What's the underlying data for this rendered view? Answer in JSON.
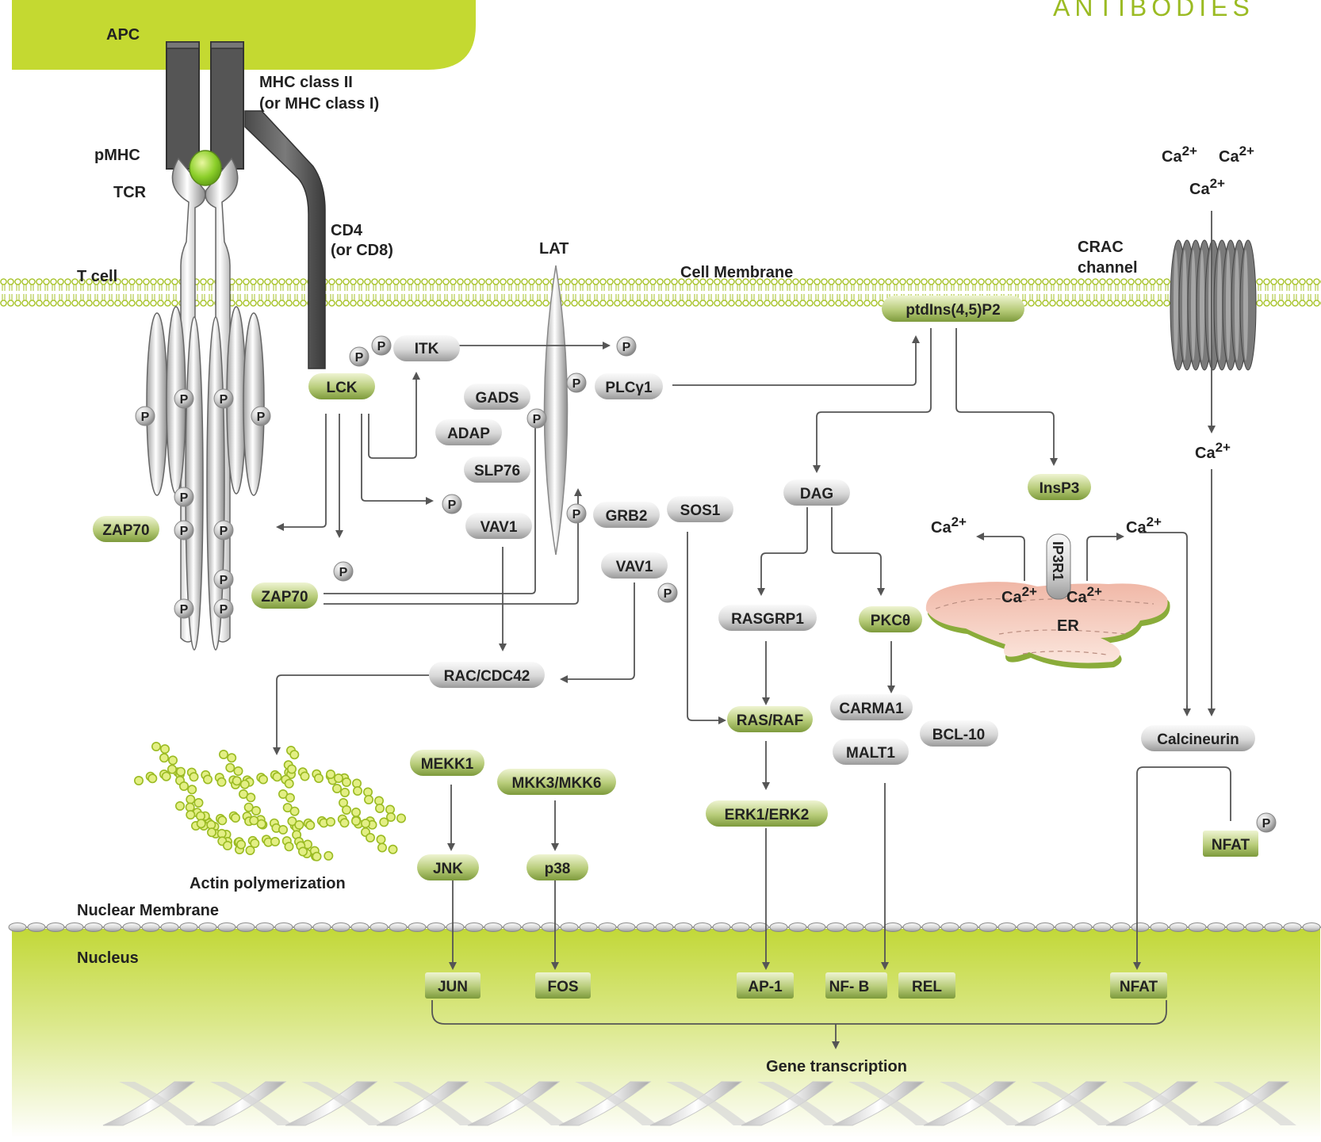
{
  "brand": "ANTIBODIES",
  "regions": {
    "apc": "APC",
    "t_cell": "T cell",
    "cell_membrane": "Cell Membrane",
    "nuclear_membrane": "Nuclear Membrane",
    "nucleus": "Nucleus",
    "er": "ER"
  },
  "labels": {
    "mhc_line1": "MHC class  II",
    "mhc_line2": "(or MHC class I)",
    "pmhc": "pMHC",
    "tcr": "TCR",
    "cd4_line1": "CD4",
    "cd4_line2": "(or CD8)",
    "lat": "LAT",
    "crac_line1": "CRAC",
    "crac_line2": "channel",
    "actin": "Actin polymerization",
    "gene": "Gene transcription"
  },
  "calcium": {
    "base": "Ca",
    "charge": "2+"
  },
  "phospho": "P",
  "nodes": {
    "lck": "LCK",
    "itk": "ITK",
    "zap70_a": "ZAP70",
    "zap70_b": "ZAP70",
    "gads": "GADS",
    "adap": "ADAP",
    "slp76": "SLP76",
    "vav1_a": "VAV1",
    "vav1_b": "VAV1",
    "plcg1": "PLCγ1",
    "grb2": "GRB2",
    "sos1": "SOS1",
    "ptdins": "ptdIns(4,5)P2",
    "dag": "DAG",
    "insp3": "InsP3",
    "ip3r1": "IP3R1",
    "rasgrp1": "RASGRP1",
    "pkc": "PKCθ",
    "rac": "RAC/CDC42",
    "rasraf": "RAS/RAF",
    "carma1": "CARMA1",
    "bcl10": "BCL-10",
    "malt1": "MALT1",
    "calcineurin": "Calcineurin",
    "mekk1": "MEKK1",
    "mkk": "MKK3/MKK6",
    "erk": "ERK1/ERK2",
    "jnk": "JNK",
    "p38": "p38",
    "nfat_cyto": "NFAT"
  },
  "nuclear_factors": {
    "jun": "JUN",
    "fos": "FOS",
    "ap1": "AP-1",
    "nfkb": "NF- B",
    "rel": "REL",
    "nfat": "NFAT"
  },
  "colors": {
    "lime": "#c4d931",
    "green_pill": "#8faa4a",
    "gray_pill": "#9c9c9c",
    "er_pink": "#f2c4b4",
    "dark_gray": "#555555"
  }
}
